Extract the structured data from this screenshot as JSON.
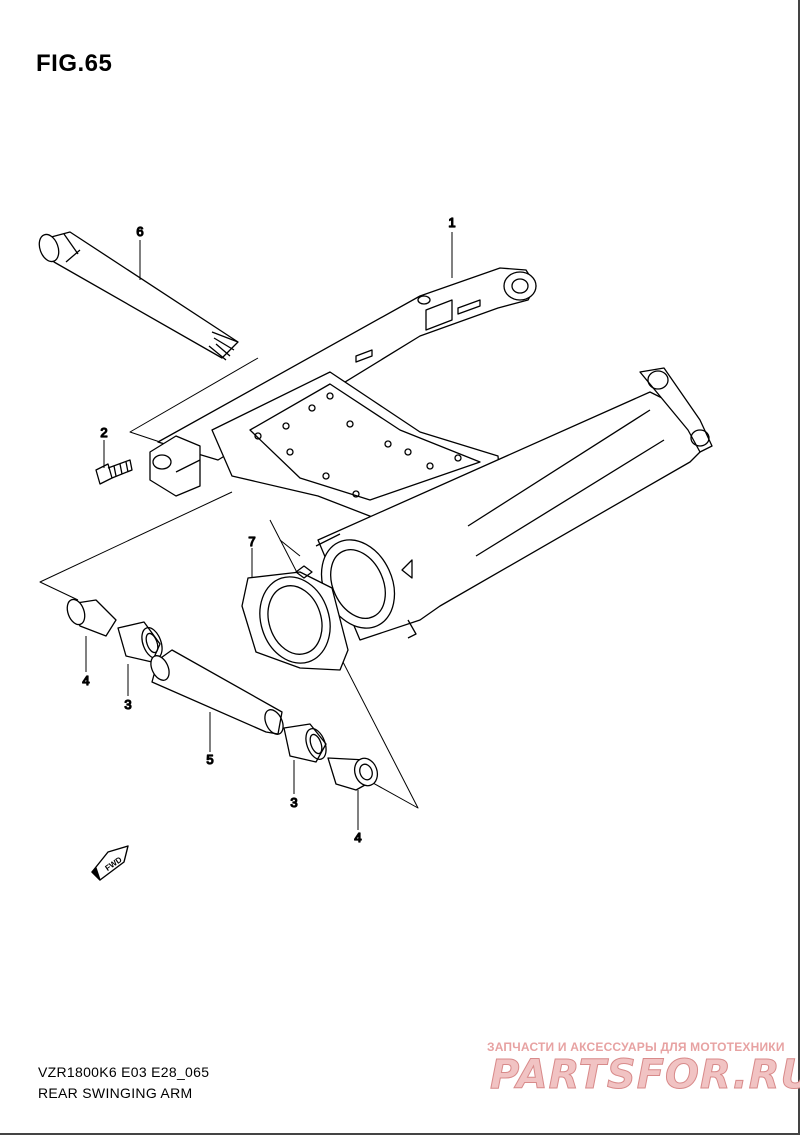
{
  "figure": {
    "title": "FIG.65",
    "model_code": "VZR1800K6 E03 E28_065",
    "caption": "REAR SWINGING ARM"
  },
  "callouts": [
    "1",
    "2",
    "3",
    "4",
    "5",
    "6",
    "7",
    "3",
    "4"
  ],
  "fwd_badge": "FWD",
  "watermark": {
    "line1": "ЗАПЧАСТИ И АКСЕССУАРЫ ДЛЯ МОТОТЕХНИКИ",
    "logo": "PARTSFOR.RU"
  }
}
